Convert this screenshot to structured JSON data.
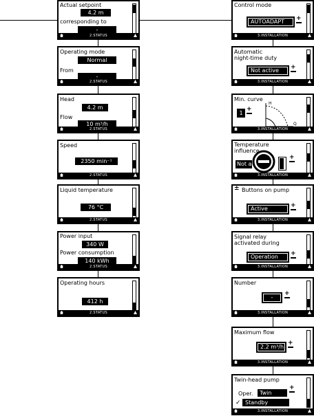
{
  "status_footer": "2.STATUS",
  "installation_footer": "3.INSTALLATION",
  "left": {
    "setpoint": {
      "title": "Actual setpoint",
      "value": "4.2 m",
      "label2": "corresponding to",
      "value2": "-"
    },
    "operating_mode": {
      "title": "Operating mode",
      "value": "Normal",
      "label2": "From",
      "value2": "-"
    },
    "head_flow": {
      "title": "Head",
      "value": "4.2 m",
      "label2": "Flow",
      "value2": "10 m³/h"
    },
    "speed": {
      "title": "Speed",
      "value": "2350 min⁻¹"
    },
    "liquid_temp": {
      "title": "Liquid temperature",
      "value": "76 °C"
    },
    "power": {
      "title": "Power input",
      "value": "340 W",
      "label2": "Power consumption",
      "value2": "140 kWh"
    },
    "hours": {
      "title": "Operating hours",
      "value": "412 h"
    }
  },
  "right": {
    "control_mode": {
      "title": "Control mode",
      "value": "AUTOADAPT"
    },
    "night_duty": {
      "title": "Automatic",
      "title2": "night-time duty",
      "value": "Not active"
    },
    "min_curve": {
      "title": "Min. curve",
      "value": "1",
      "axis_h": "H",
      "axis_q": "Q"
    },
    "temp_influence": {
      "title": "Temperature",
      "title2": "influence",
      "value": "Not a"
    },
    "buttons": {
      "title": "Buttons on pump",
      "value": "Active"
    },
    "signal_relay": {
      "title": "Signal relay",
      "title2": "activated during",
      "value": "Operation"
    },
    "number": {
      "title": "Number",
      "value": "-"
    },
    "max_flow": {
      "title": "Maximum flow",
      "value": "2.2 m³/h"
    },
    "twin_head": {
      "title": "Twin-head pump",
      "label": "Oper.",
      "option1": "Twin",
      "check": "✓",
      "option2": "Standby"
    }
  }
}
